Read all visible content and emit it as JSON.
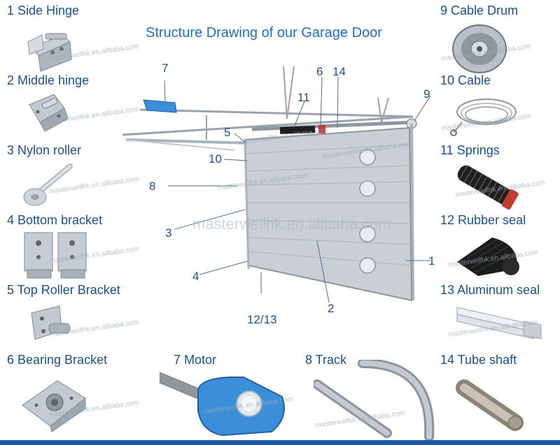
{
  "title": "Structure Drawing of our Garage Door",
  "parts": [
    {
      "id": "side-hinge",
      "label": "1 Side Hinge"
    },
    {
      "id": "middle-hinge",
      "label": "2 Middle hinge"
    },
    {
      "id": "nylon-roller",
      "label": "3 Nylon roller"
    },
    {
      "id": "bottom-bracket",
      "label": "4 Bottom bracket"
    },
    {
      "id": "top-roller-bracket",
      "label": "5 Top Roller Bracket"
    },
    {
      "id": "bearing-bracket",
      "label": "6 Bearing Bracket"
    },
    {
      "id": "motor",
      "label": "7 Motor"
    },
    {
      "id": "track",
      "label": "8 Track"
    },
    {
      "id": "cable-drum",
      "label": "9 Cable Drum"
    },
    {
      "id": "cable",
      "label": "10 Cable"
    },
    {
      "id": "springs",
      "label": "11 Springs"
    },
    {
      "id": "rubber-seal",
      "label": "12 Rubber seal"
    },
    {
      "id": "aluminum-seal",
      "label": "13 Aluminum seal"
    },
    {
      "id": "tube-shaft",
      "label": "14 Tube shaft"
    }
  ],
  "callouts": [
    "7",
    "6",
    "14",
    "11",
    "9",
    "5",
    "10",
    "8",
    "3",
    "4",
    "12/13",
    "2",
    "1"
  ],
  "watermarks": {
    "small": "masterwellhk.en.alibaba.com",
    "large": "masterwellhk.en.alibaba.com"
  },
  "colors": {
    "label": "#1a4f8c",
    "title": "#1f6fc0",
    "bar": "#1b5aa3"
  }
}
